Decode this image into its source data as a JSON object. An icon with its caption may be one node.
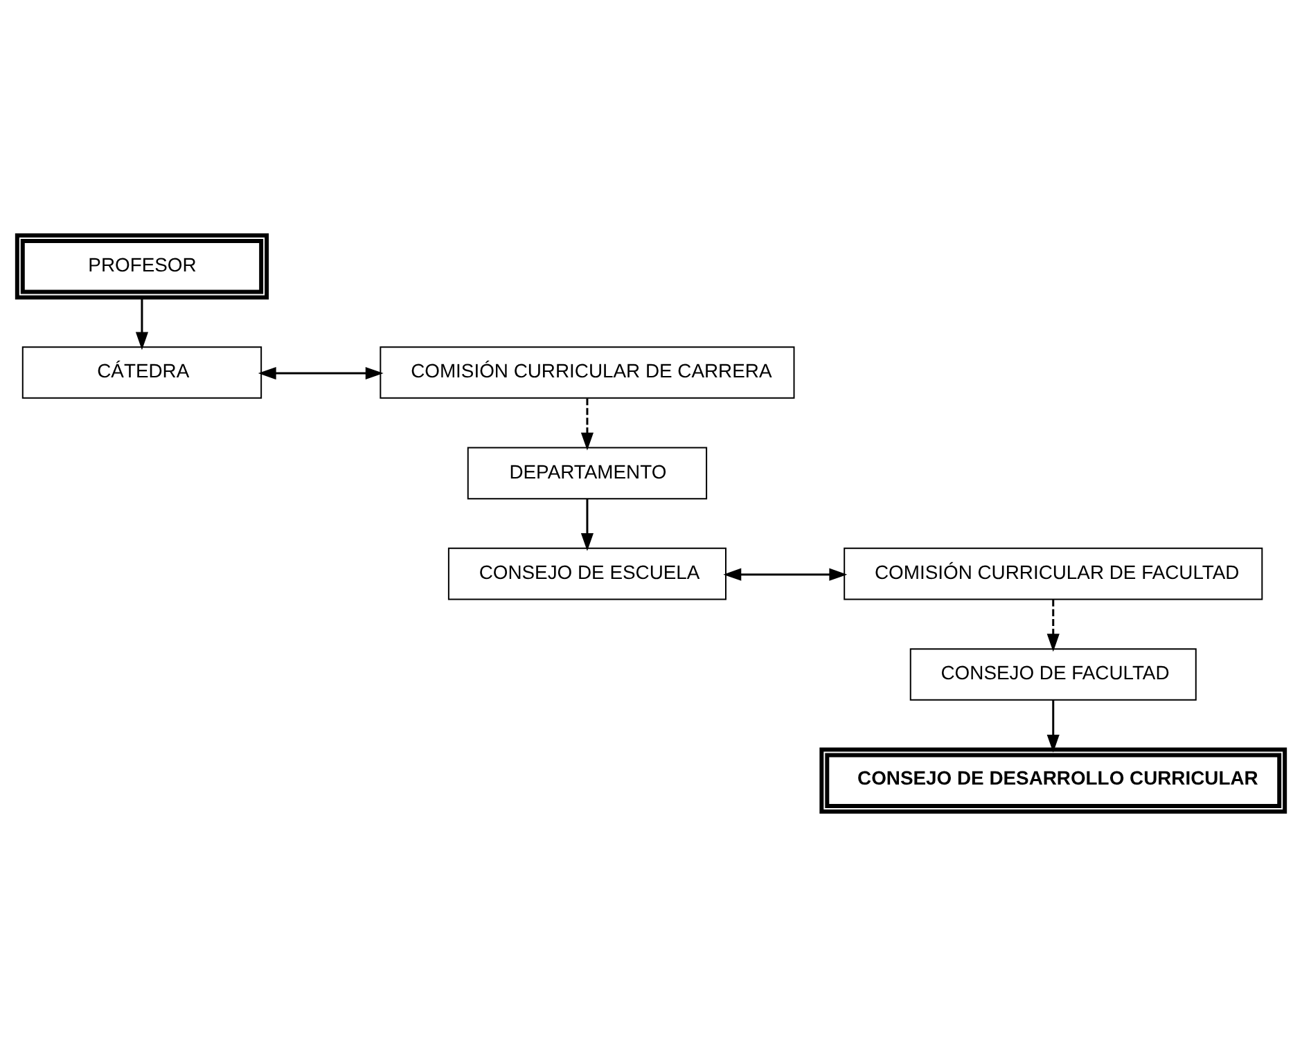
{
  "diagram": {
    "nodes": [
      {
        "text": [
          "PROFESOR"
        ]
      },
      {
        "text": [
          "CÁTEDRA"
        ]
      },
      {
        "text": [
          "COMISIÓN CURRICULAR DE CARRERA"
        ]
      },
      {
        "text": [
          "DEPARTAMENTO"
        ]
      },
      {
        "text": [
          "CONSEJO DE ESCUELA"
        ]
      },
      {
        "text": [
          "COMISIÓN CURRICULAR DE FACULTAD"
        ]
      },
      {
        "text": [
          "CONSEJO DE FACULTAD"
        ]
      },
      {
        "text": [
          "CONSEJO DE DESARROLLO CURRICULAR"
        ]
      }
    ],
    "edges": [
      {
        "from": 0,
        "to": 1,
        "arrow": "to"
      },
      {
        "from": 1,
        "to": 2,
        "arrow": "both"
      },
      {
        "from": 2,
        "to": 3,
        "arrow": "to",
        "style": "dashed"
      },
      {
        "from": 3,
        "to": 4,
        "arrow": "to"
      },
      {
        "from": 4,
        "to": 5,
        "arrow": "both"
      },
      {
        "from": 5,
        "to": 6,
        "arrow": "to",
        "style": "dashed"
      },
      {
        "from": 6,
        "to": 7,
        "arrow": "to"
      }
    ]
  }
}
